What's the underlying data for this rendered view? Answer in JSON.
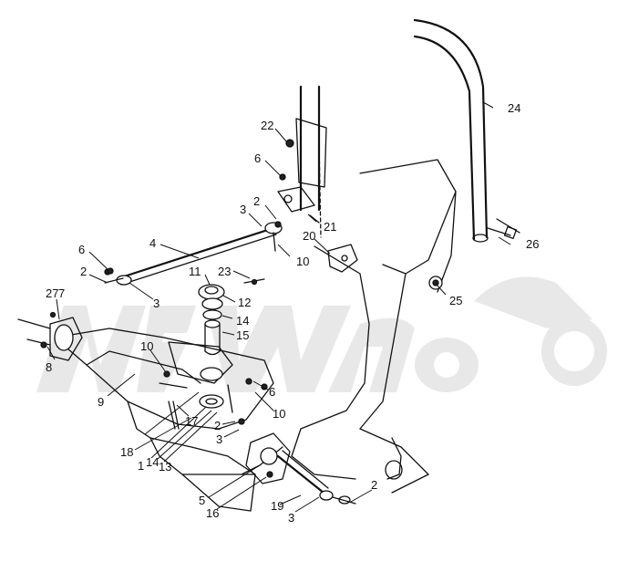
{
  "callouts": [
    {
      "id": "c1",
      "label": "1"
    },
    {
      "id": "c2a",
      "label": "2"
    },
    {
      "id": "c2b",
      "label": "2"
    },
    {
      "id": "c2c",
      "label": "2"
    },
    {
      "id": "c2d",
      "label": "2"
    },
    {
      "id": "c3a",
      "label": "3"
    },
    {
      "id": "c3b",
      "label": "3"
    },
    {
      "id": "c3c",
      "label": "3"
    },
    {
      "id": "c3d",
      "label": "3"
    },
    {
      "id": "c4",
      "label": "4"
    },
    {
      "id": "c5",
      "label": "5"
    },
    {
      "id": "c6a",
      "label": "6"
    },
    {
      "id": "c6b",
      "label": "6"
    },
    {
      "id": "c6c",
      "label": "6"
    },
    {
      "id": "c7",
      "label": "7"
    },
    {
      "id": "c8",
      "label": "8"
    },
    {
      "id": "c9",
      "label": "9"
    },
    {
      "id": "c10a",
      "label": "10"
    },
    {
      "id": "c10b",
      "label": "10"
    },
    {
      "id": "c10c",
      "label": "10"
    },
    {
      "id": "c11",
      "label": "11"
    },
    {
      "id": "c12",
      "label": "12"
    },
    {
      "id": "c13",
      "label": "13"
    },
    {
      "id": "c14a",
      "label": "14"
    },
    {
      "id": "c14b",
      "label": "14"
    },
    {
      "id": "c15",
      "label": "15"
    },
    {
      "id": "c16",
      "label": "16"
    },
    {
      "id": "c17",
      "label": "17"
    },
    {
      "id": "c18",
      "label": "18"
    },
    {
      "id": "c19",
      "label": "19"
    },
    {
      "id": "c20",
      "label": "20"
    },
    {
      "id": "c21",
      "label": "21"
    },
    {
      "id": "c22",
      "label": "22"
    },
    {
      "id": "c23",
      "label": "23"
    },
    {
      "id": "c24",
      "label": "24"
    },
    {
      "id": "c25",
      "label": "25"
    },
    {
      "id": "c26",
      "label": "26"
    },
    {
      "id": "c27",
      "label": "27"
    }
  ]
}
